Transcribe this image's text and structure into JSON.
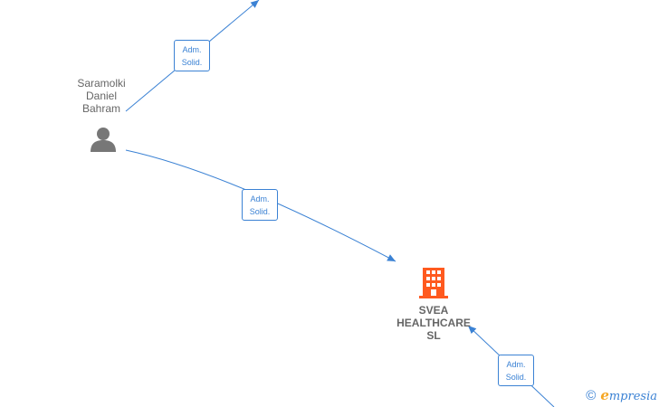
{
  "person": {
    "name": "Saramolki\nDaniel\nBahram"
  },
  "company": {
    "name": "SVEA\nHEALTHCARE\nSL"
  },
  "edges": [
    {
      "line1": "Adm.",
      "line2": "Solid."
    },
    {
      "line1": "Adm.",
      "line2": "Solid."
    },
    {
      "line1": "Adm.",
      "line2": "Solid."
    }
  ],
  "footer": {
    "copyright": "©",
    "brand_initial": "e",
    "brand_rest": "mpresia"
  },
  "colors": {
    "edge": "#3b82d4",
    "company_icon": "#ff5a1f",
    "person_icon": "#777777",
    "brand_accent": "#f5a623"
  },
  "icons": {
    "person": "person-icon",
    "company": "building-icon"
  }
}
